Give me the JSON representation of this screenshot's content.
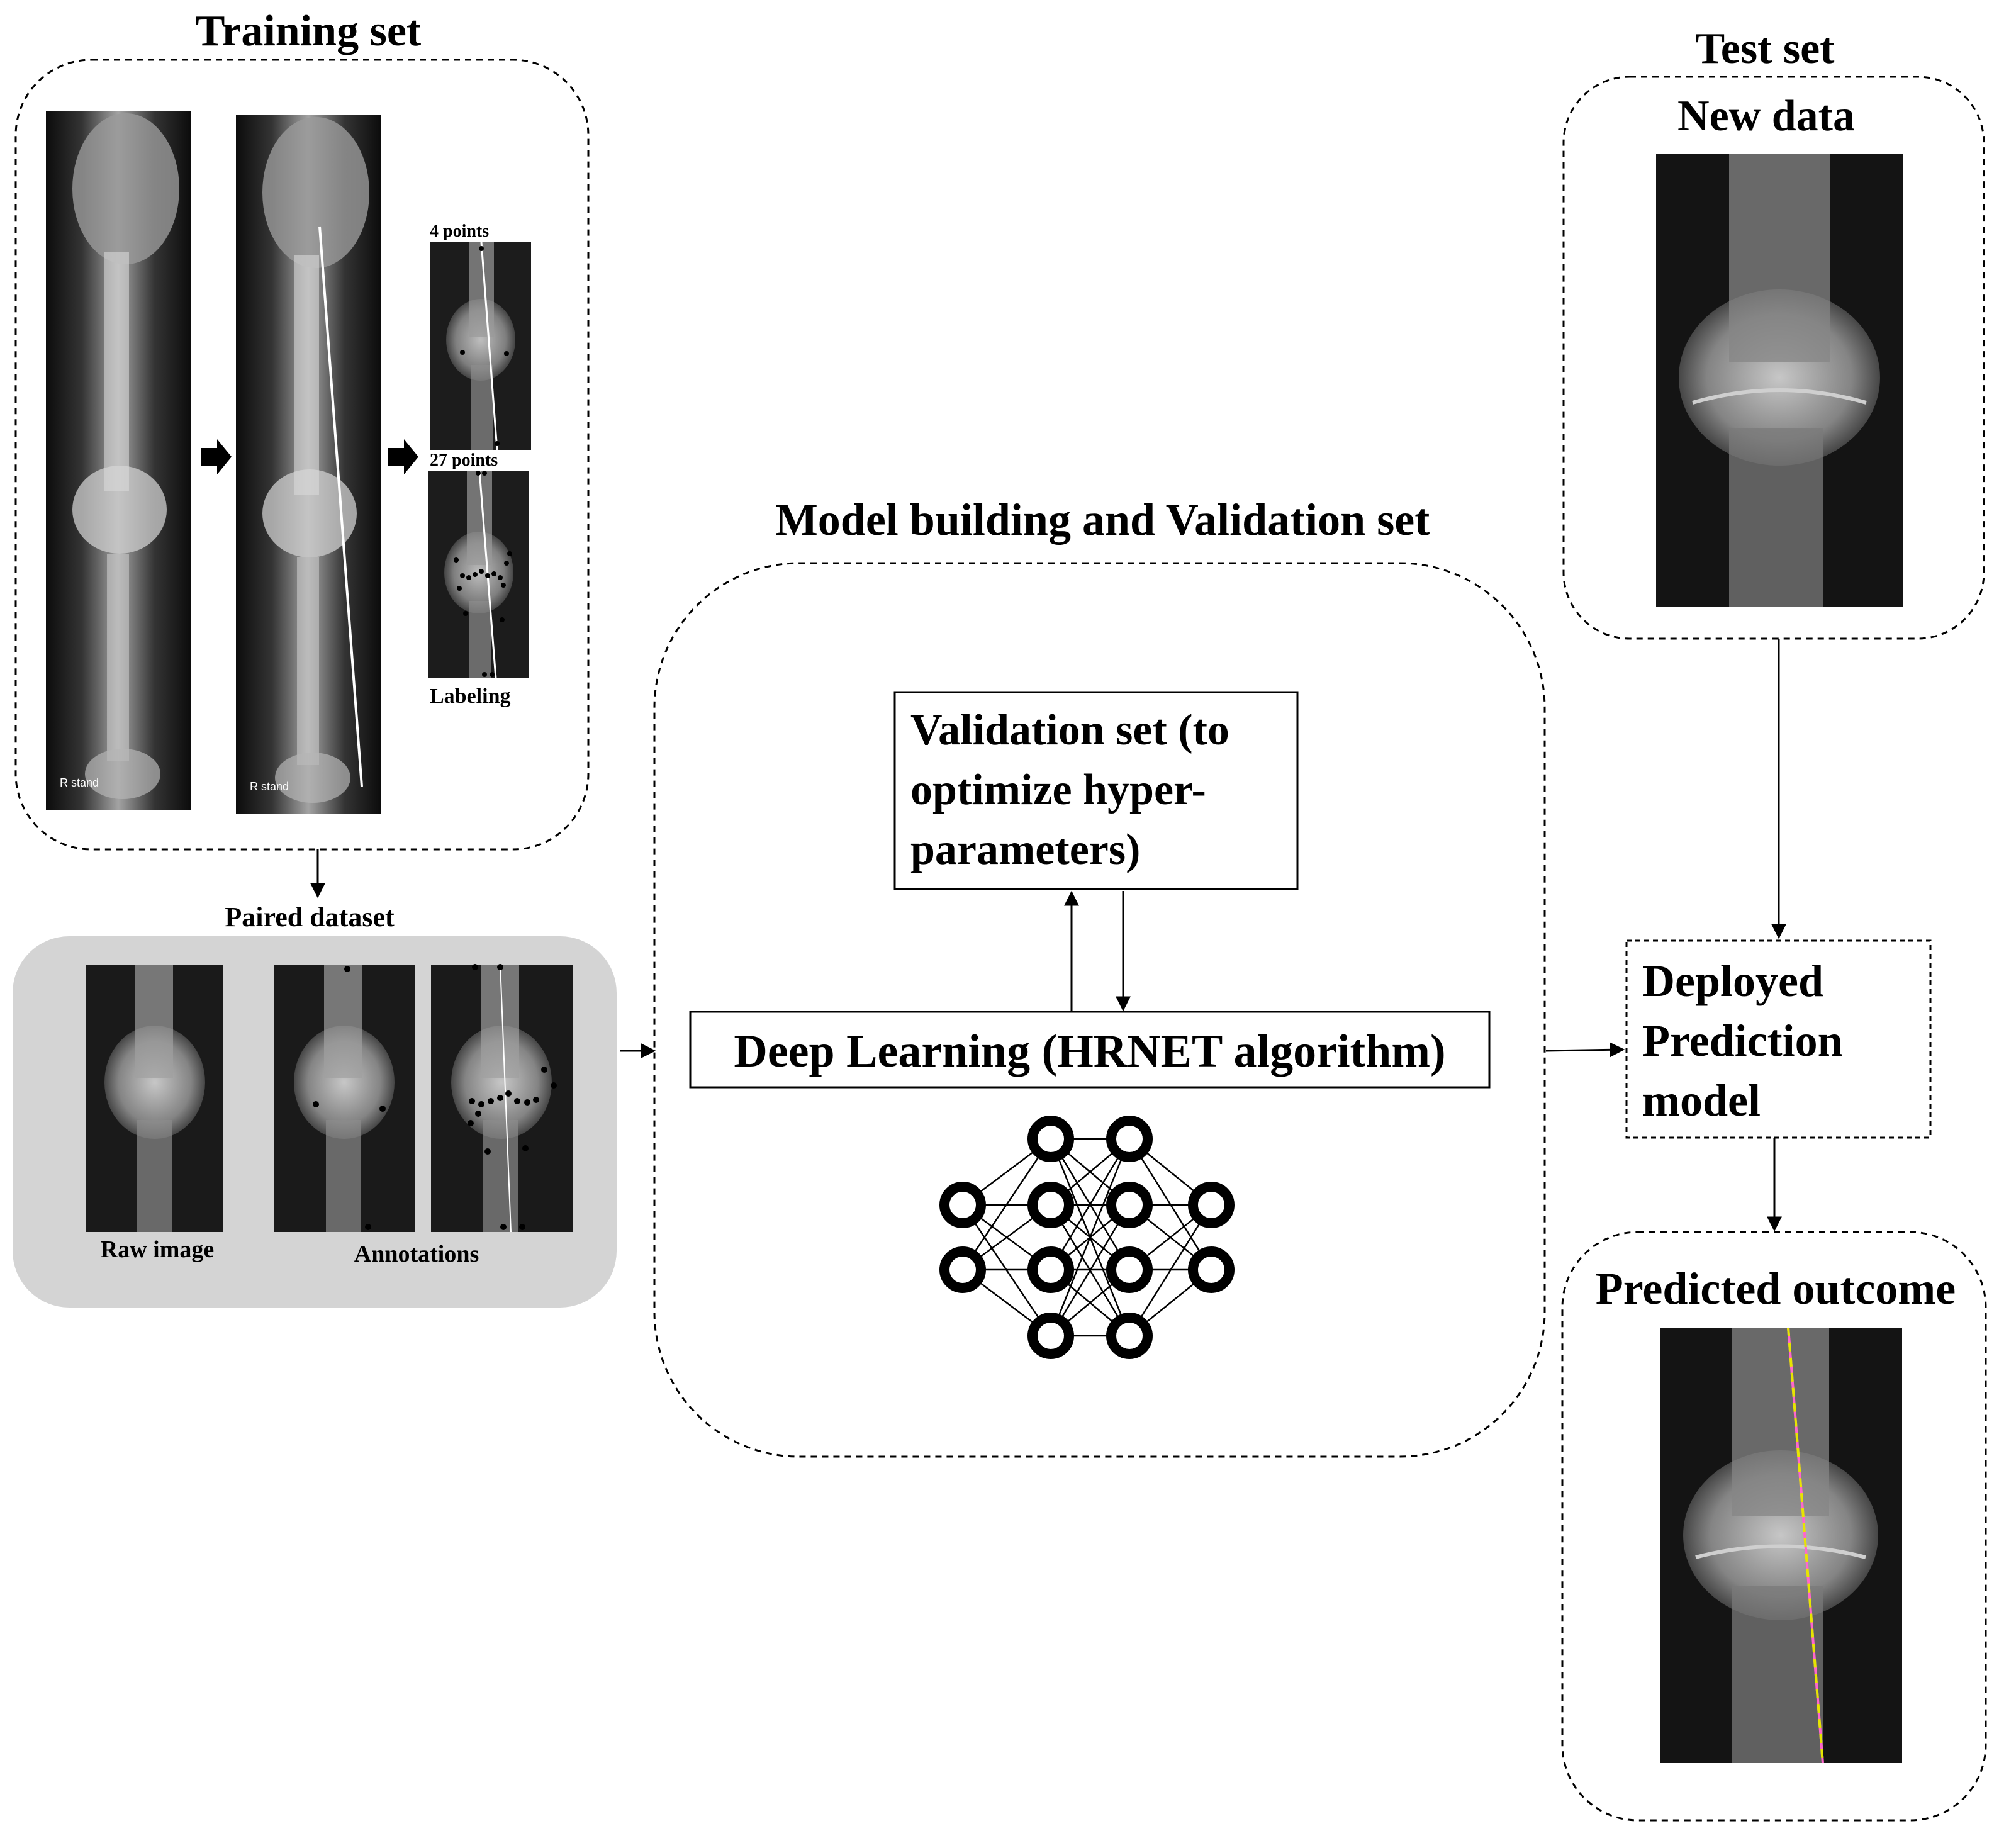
{
  "training": {
    "title": "Training set",
    "xray_label": "R stand",
    "label_4": "4 points",
    "label_27": "27 points",
    "labeling": "Labeling"
  },
  "paired": {
    "title": "Paired dataset",
    "raw_label": "Raw image",
    "annotations_label": "Annotations"
  },
  "model": {
    "title": "Model building and Validation set",
    "validation_lines": [
      "Validation set (to",
      "optimize hyper-",
      "parameters)"
    ],
    "deep_learning": "Deep Learning (HRNET algorithm)"
  },
  "test": {
    "title": "Test set",
    "new_data": "New data"
  },
  "deployed": {
    "lines": [
      "Deployed",
      "Prediction",
      "model"
    ]
  },
  "predicted": {
    "title": "Predicted outcome"
  },
  "colors": {
    "panel_gray": "#d4d4d4",
    "overlay_yellow": "#e6e600",
    "overlay_pink": "#ff66cc"
  },
  "icons": {
    "arrow": "bold-right-arrow-icon",
    "network": "neural-network-icon"
  }
}
